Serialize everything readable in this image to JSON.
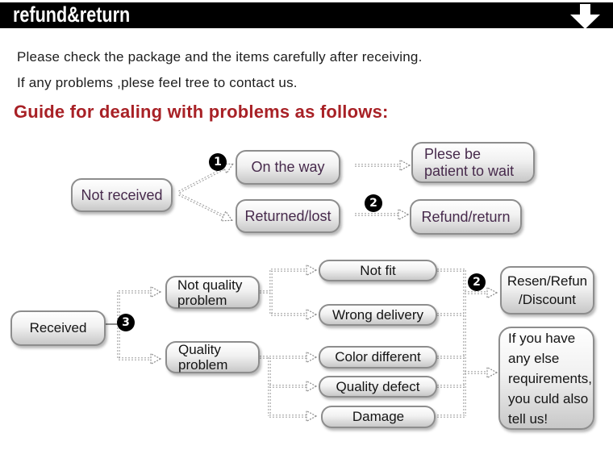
{
  "header": {
    "title": "refund&return",
    "arrow_icon": "down-arrow"
  },
  "intro": {
    "line1": "Please check the package and the items carefully after receiving.",
    "line2": "If any problems ,plese feel tree to contact us."
  },
  "guide_heading": "Guide for dealing with problems as follows:",
  "badges": {
    "b1": "1",
    "b2a": "2",
    "b2b": "2",
    "b3": "3"
  },
  "flow1": {
    "not_received": "Not received",
    "on_the_way": "On the way",
    "returned_lost": "Returned/lost",
    "patient_wait": "Plese be\npatient to wait",
    "refund_return": "Refund/return"
  },
  "flow2": {
    "received": "Received",
    "not_quality_problem": "Not quality\nproblem",
    "quality_problem": "Quality\nproblem",
    "not_fit": "Not fit",
    "wrong_delivery": "Wrong delivery",
    "resend_refund_discount": "Resen/Refun\n/Discount",
    "color_different": "Color different",
    "quality_defect": "Quality defect",
    "damage": "Damage",
    "any_else": "If you have\nany else\nrequirements,\nyou culd also\ntell us!"
  },
  "colors": {
    "bar_black": "#000000",
    "heading_red": "#a82126",
    "flow1_text_purple": "#472a4c",
    "node_border_gray": "#8d8d8d"
  }
}
